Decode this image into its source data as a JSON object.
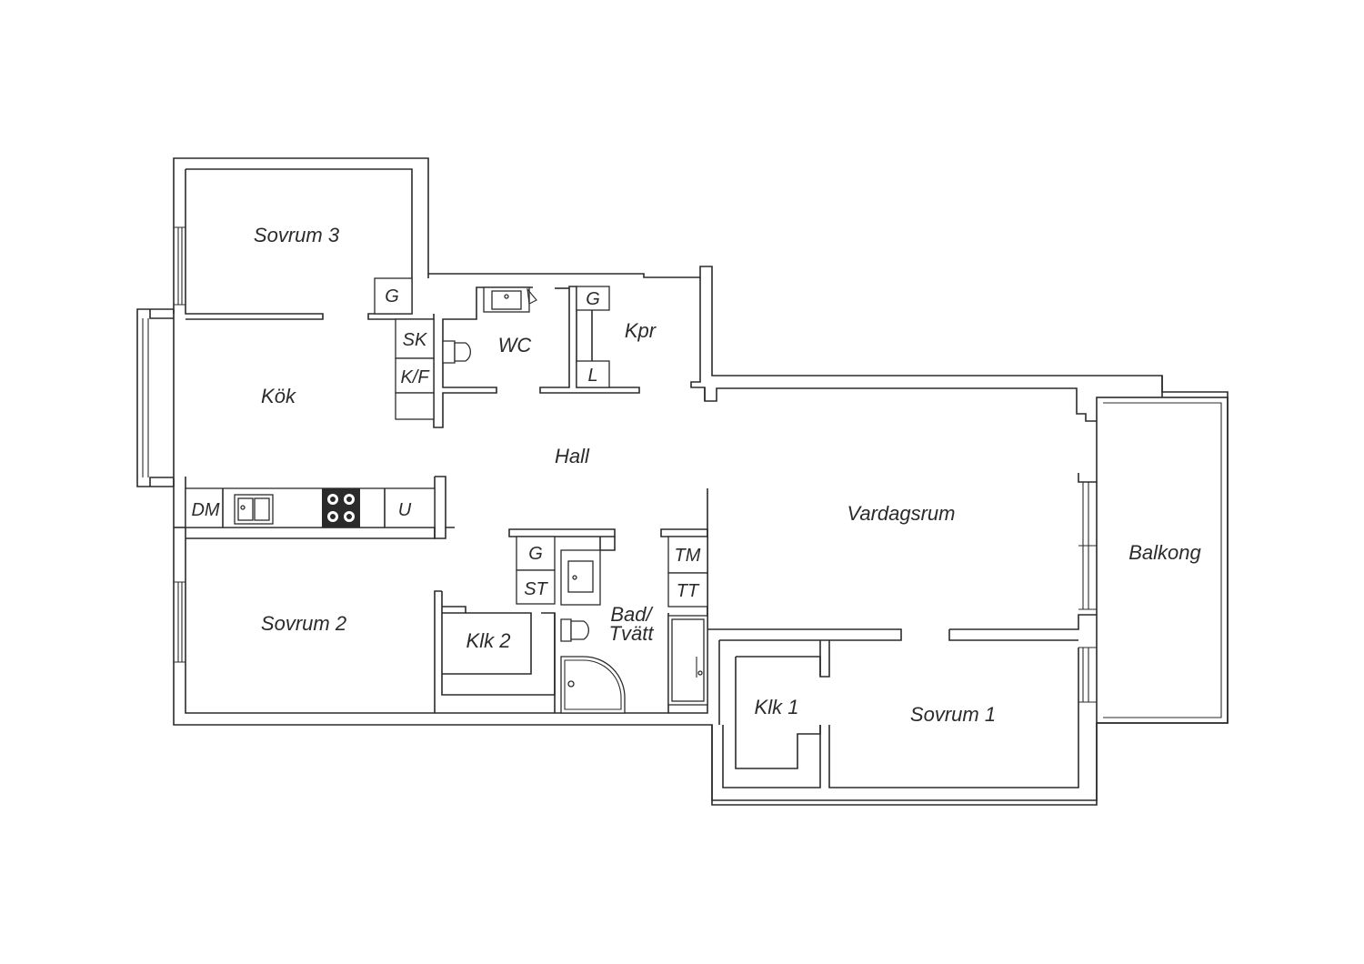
{
  "rooms": {
    "sovrum3": "Sovrum 3",
    "kok": "Kök",
    "wc": "WC",
    "kpr": "Kpr",
    "hall": "Hall",
    "vardagsrum": "Vardagsrum",
    "balkong": "Balkong",
    "sovrum2": "Sovrum 2",
    "klk2": "Klk 2",
    "bad_line1": "Bad/",
    "bad_line2": "Tvätt",
    "klk1": "Klk 1",
    "sovrum1": "Sovrum 1"
  },
  "fixtures": {
    "g_kitchen": "G",
    "sk": "SK",
    "kf": "K/F",
    "g_kpr": "G",
    "l": "L",
    "dm": "DM",
    "u": "U",
    "g_hall": "G",
    "st": "ST",
    "tm": "TM",
    "tt": "TT"
  }
}
